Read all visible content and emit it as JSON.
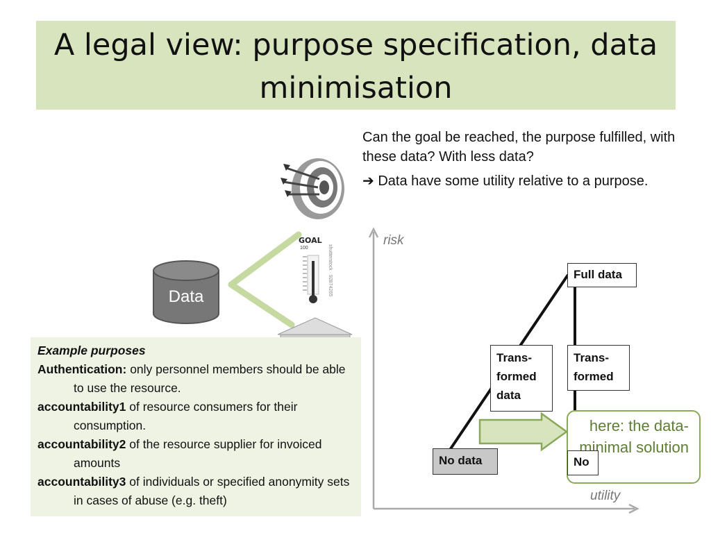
{
  "title": "A legal view: purpose specification, data minimisation",
  "question": {
    "line1": "Can the goal be reached, the purpose fulfilled, with these data? With less data?",
    "line2": "Data have some utility relative to a purpose."
  },
  "data_cylinder": {
    "label": "Data"
  },
  "goal_gauge": {
    "heading": "GOAL",
    "scale_top": "100",
    "watermark": "shutterstock · 92874265"
  },
  "purposes": {
    "heading": "Example purposes",
    "items": [
      {
        "key": "Authentication:",
        "text": " only personnel members should be able to use the resource."
      },
      {
        "key": "accountability1",
        "text": " of resource consumers for their consumption."
      },
      {
        "key": "accountability2",
        "text": " of the resource supplier for invoiced amounts"
      },
      {
        "key": "accountability3",
        "text": " of individuals or specified anonymity sets in cases of abuse (e.g. theft)"
      }
    ]
  },
  "graph": {
    "y_axis_label": "risk",
    "x_axis_label": "utility",
    "boxes": {
      "full_data": "Full data",
      "transformed_left": "Trans-formed data",
      "transformed_right": "Trans-formed",
      "no_data": "No data",
      "no": "No"
    },
    "callout": "here: the data-minimal solution"
  },
  "colors": {
    "title_band": "#d7e4bd",
    "arrow_fill": "#d7e4bd",
    "arrow_stroke": "#8aa85a",
    "callout_text": "#5f7d35",
    "purposes_bg": "#eef3e4"
  }
}
